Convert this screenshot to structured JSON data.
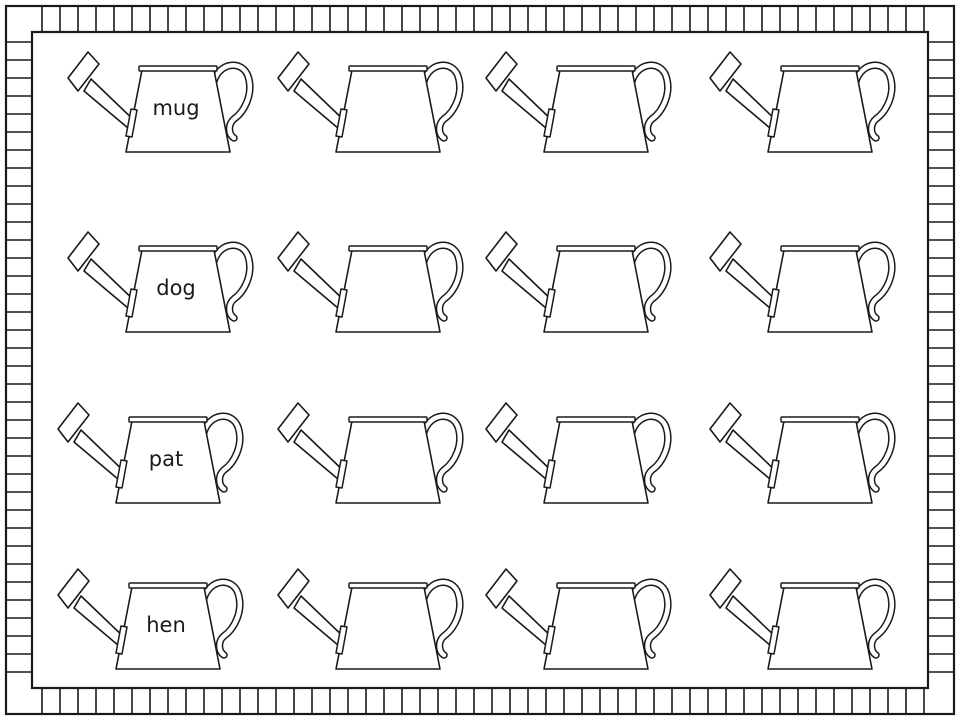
{
  "worksheet": {
    "rows": [
      {
        "word": "mug",
        "cans_in_row": 4
      },
      {
        "word": "dog",
        "cans_in_row": 4
      },
      {
        "word": "pat",
        "cans_in_row": 4
      },
      {
        "word": "hen",
        "cans_in_row": 4
      }
    ],
    "colors": {
      "ink": "#1a1a1a",
      "paper": "#ffffff"
    }
  }
}
